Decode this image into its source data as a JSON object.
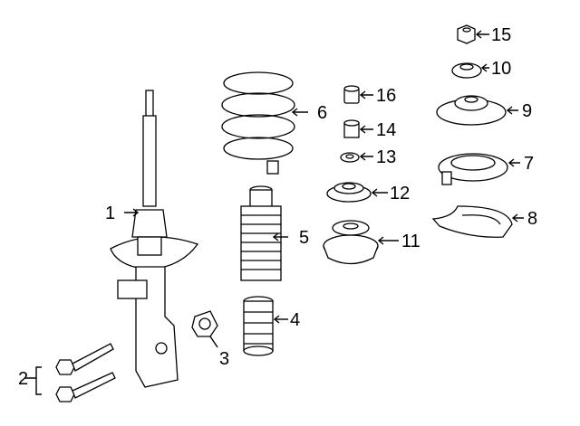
{
  "diagram": {
    "title": "Front suspension strut assembly parts diagram",
    "callouts": [
      {
        "id": "1",
        "label": "1",
        "part": "strut"
      },
      {
        "id": "2",
        "label": "2",
        "part": "strut-bolts"
      },
      {
        "id": "3",
        "label": "3",
        "part": "nut"
      },
      {
        "id": "4",
        "label": "4",
        "part": "bump-stop"
      },
      {
        "id": "5",
        "label": "5",
        "part": "dust-boot"
      },
      {
        "id": "6",
        "label": "6",
        "part": "coil-spring"
      },
      {
        "id": "7",
        "label": "7",
        "part": "spring-seat"
      },
      {
        "id": "8",
        "label": "8",
        "part": "spring-insulator"
      },
      {
        "id": "9",
        "label": "9",
        "part": "strut-mount"
      },
      {
        "id": "10",
        "label": "10",
        "part": "washer"
      },
      {
        "id": "11",
        "label": "11",
        "part": "lower-mount"
      },
      {
        "id": "12",
        "label": "12",
        "part": "bearing"
      },
      {
        "id": "13",
        "label": "13",
        "part": "washer-small"
      },
      {
        "id": "14",
        "label": "14",
        "part": "bushing"
      },
      {
        "id": "15",
        "label": "15",
        "part": "hex-nut"
      },
      {
        "id": "16",
        "label": "16",
        "part": "collar"
      }
    ]
  }
}
